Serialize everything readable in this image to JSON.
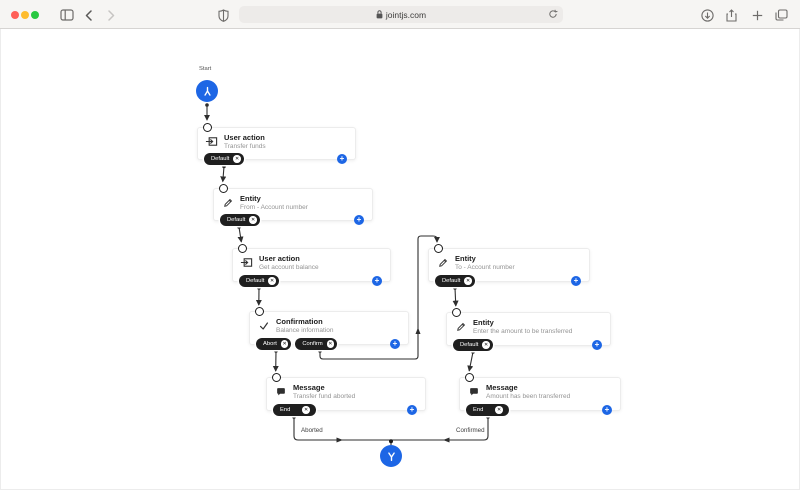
{
  "browser": {
    "url": "jointjs.com",
    "traffic_lights": {
      "close": "#ff5f57",
      "minimize": "#febc2e",
      "zoom": "#28c840"
    }
  },
  "colors": {
    "accent_blue": "#1d66e5",
    "pill_bg": "#1f1f1f",
    "link": "#2e2e2e"
  },
  "icons": {
    "add": "+",
    "remove": "✕"
  },
  "diagram": {
    "start_label": "Start",
    "nodes": [
      {
        "title": "User action",
        "subtitle": "Transfer funds",
        "pills": [
          "Default"
        ]
      },
      {
        "title": "Entity",
        "subtitle": "From - Account number",
        "pills": [
          "Default"
        ]
      },
      {
        "title": "User action",
        "subtitle": "Get account balance",
        "pills": [
          "Default"
        ]
      },
      {
        "title": "Confirmation",
        "subtitle": "Balance information",
        "pills": [
          "Abort",
          "Confirm"
        ]
      },
      {
        "title": "Entity",
        "subtitle": "To - Account number",
        "pills": [
          "Default"
        ]
      },
      {
        "title": "Entity",
        "subtitle": "Enter the amount to be transferred",
        "pills": [
          "Default"
        ]
      },
      {
        "title": "Message",
        "subtitle": "Transfer fund aborted",
        "pills": [
          "End"
        ]
      },
      {
        "title": "Message",
        "subtitle": "Amount has been transferred",
        "pills": [
          "End"
        ]
      }
    ],
    "edge_labels": {
      "left": "Aborted",
      "right": "Confirmed"
    }
  }
}
